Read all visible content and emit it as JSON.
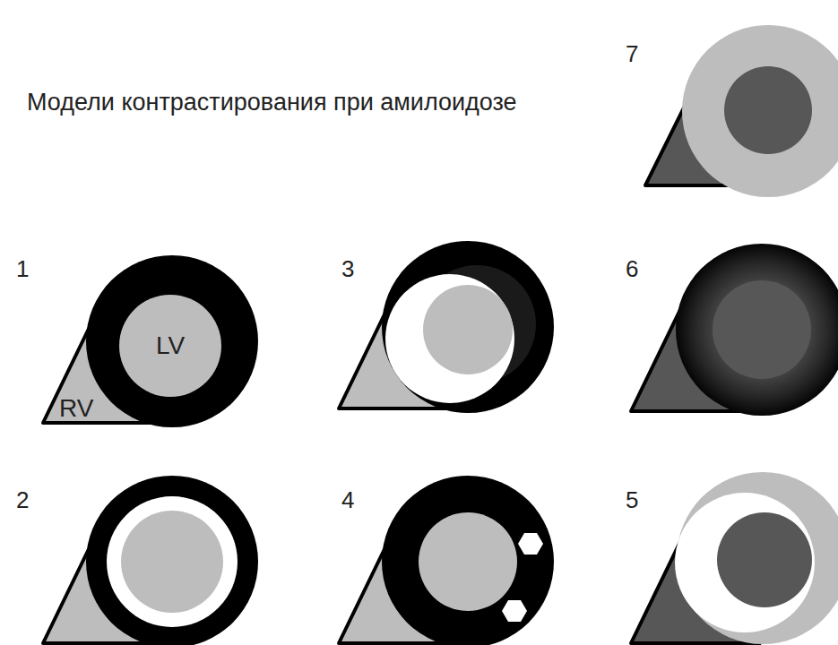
{
  "diagram": {
    "title": "Модели контрастирования при амилоидозе",
    "nodes": [
      {
        "text": [
          "LV"
        ]
      },
      {
        "text": [
          "RV"
        ]
      }
    ],
    "labels": [
      "7",
      "1",
      "3",
      "6",
      "2",
      "4",
      "5"
    ]
  }
}
